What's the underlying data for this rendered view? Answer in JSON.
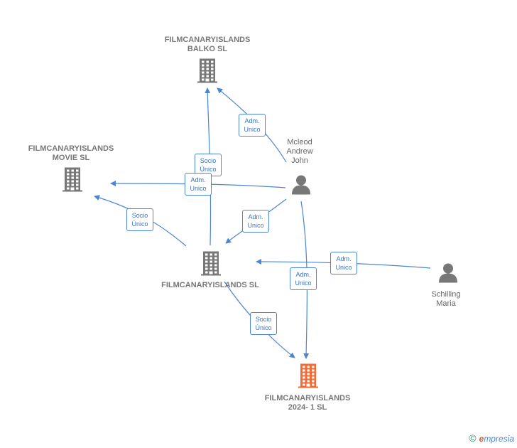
{
  "nodes": [
    {
      "id": "balko",
      "kind": "company",
      "label": "FILMCANARYISLANDS\nBALKO  SL",
      "color": "#777777"
    },
    {
      "id": "movie",
      "kind": "company",
      "label": "FILMCANARYISLANDS\nMOVIE  SL",
      "color": "#777777"
    },
    {
      "id": "filmsl",
      "kind": "company",
      "label": "FILMCANARYISLANDS SL",
      "color": "#777777"
    },
    {
      "id": "main",
      "kind": "company",
      "label": "FILMCANARYISLANDS\n2024- 1  SL",
      "color": "#f26a36"
    },
    {
      "id": "mcleod",
      "kind": "person",
      "label": "Mcleod\nAndrew\nJohn",
      "color": "#777777"
    },
    {
      "id": "schilling",
      "kind": "person",
      "label": "Schilling\nMaria",
      "color": "#777777"
    }
  ],
  "edges": [
    {
      "from": "mcleod",
      "to": "balko",
      "label": "Adm.\nUnico"
    },
    {
      "from": "filmsl",
      "to": "balko",
      "label": "Socio\nÚnico"
    },
    {
      "from": "mcleod",
      "to": "movie",
      "label": "Adm.\nUnico"
    },
    {
      "from": "filmsl",
      "to": "movie",
      "label": "Socio\nÚnico"
    },
    {
      "from": "mcleod",
      "to": "filmsl",
      "label": "Adm.\nUnico"
    },
    {
      "from": "schilling",
      "to": "filmsl",
      "label": "Adm.\nUnico"
    },
    {
      "from": "mcleod",
      "to": "main",
      "label": "Adm.\nUnico"
    },
    {
      "from": "filmsl",
      "to": "main",
      "label": "Socio\nÚnico"
    }
  ],
  "footer": {
    "copyright": "©",
    "brand_e": "e",
    "brand_rest": "mpresia"
  },
  "colors": {
    "edge": "#4a86d4",
    "icon": "#777777",
    "accent": "#f26a36"
  }
}
